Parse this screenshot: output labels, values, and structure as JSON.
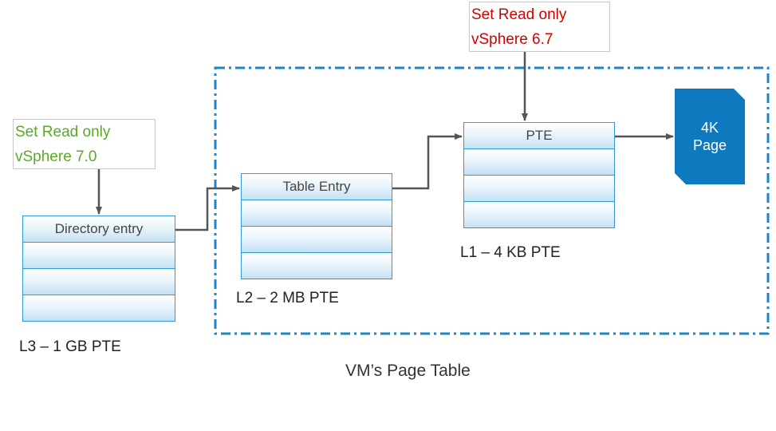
{
  "callouts": {
    "vsphere67": {
      "line1": "Set Read only",
      "line2": "vSphere 6.7",
      "color": "#d40000"
    },
    "vsphere70": {
      "line1": "Set Read only",
      "line2": "vSphere 7.0",
      "color": "#5ba829"
    }
  },
  "tables": {
    "l3": {
      "header": "Directory entry",
      "caption": "L3 – 1 GB PTE"
    },
    "l2": {
      "header": "Table Entry",
      "caption": "L2 – 2 MB PTE"
    },
    "l1": {
      "header": "PTE",
      "caption": "L1 – 4 KB PTE"
    }
  },
  "page": {
    "line1": "4K",
    "line2": "Page",
    "color": "#0f79bf"
  },
  "region": {
    "caption": "VM’s Page Table",
    "border_color": "#1d84c6"
  },
  "colors": {
    "cell_border": "#2f9bd8",
    "arrow": "#555555"
  }
}
